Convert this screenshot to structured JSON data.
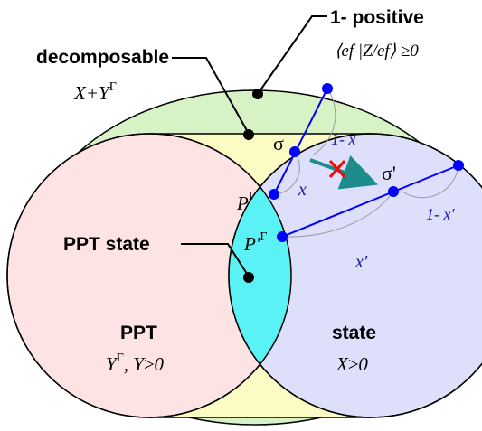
{
  "colors": {
    "outer_ellipse": "#d7f3c6",
    "decomposable_band": "#fdfbc4",
    "ppt_circle": "#fde3e3",
    "state_circle": "#dee0fb",
    "intersection": "#5bf2f5",
    "point": "#0000ff",
    "arrow": "#1c8c8c",
    "cross": "#ff0000"
  },
  "labels": {
    "one_positive_title": "1- positive",
    "one_positive_cond": "⟨ef |Z/ef⟩ ≥0",
    "decomposable_title": "decomposable",
    "decomposable_cond": "X+Y",
    "decomposable_cond_sup": "Γ",
    "ppt_state": "PPT state",
    "ppt_title": "PPT",
    "ppt_cond_y": "Y",
    "ppt_cond_sup": "Γ",
    "ppt_cond_rest": ", Y≥0",
    "state_title": "state",
    "state_cond": "X≥0",
    "sigma": "σ",
    "sigma_prime": "σ'",
    "p_gamma": "P",
    "p_gamma_sup": "Γ",
    "p_prime_gamma": "P'",
    "p_prime_gamma_sup": "Γ",
    "one_minus_x": "1- x",
    "x": "x",
    "one_minus_x_prime": "1- x'",
    "x_prime": "x'"
  }
}
